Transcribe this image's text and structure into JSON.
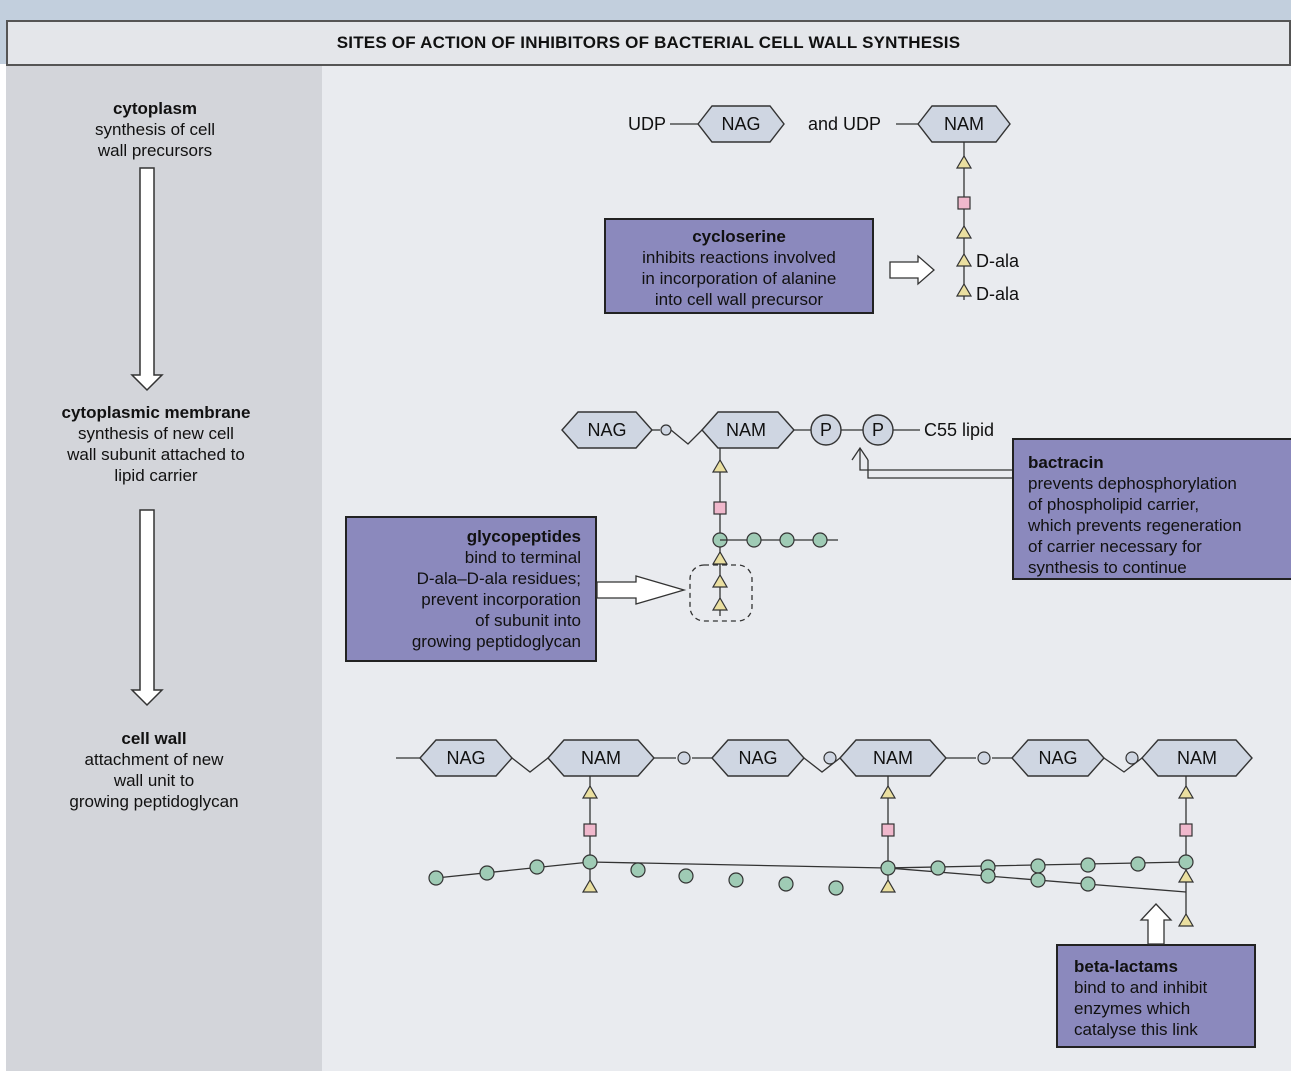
{
  "title": "SITES OF ACTION OF INHIBITORS OF BACTERIAL CELL WALL SYNTHESIS",
  "steps": [
    {
      "heading": "cytoplasm",
      "lines": [
        "synthesis of cell",
        "wall precursors"
      ]
    },
    {
      "heading": "cytoplasmic membrane",
      "lines": [
        "synthesis of new cell",
        "wall subunit attached to",
        "lipid carrier"
      ]
    },
    {
      "heading": "cell wall",
      "lines": [
        "attachment of new",
        "wall unit to",
        "growing peptidoglycan"
      ]
    }
  ],
  "precursor": {
    "udp_left": "UDP",
    "and_udp": "and UDP",
    "nag": "NAG",
    "nam": "NAM",
    "dala_1": "D-ala",
    "dala_2": "D-ala"
  },
  "lipid": {
    "nag": "NAG",
    "nam": "NAM",
    "p1": "P",
    "p2": "P",
    "carrier": "C55 lipid"
  },
  "chain": [
    "NAG",
    "NAM",
    "NAG",
    "NAM",
    "NAG",
    "NAM"
  ],
  "inhibitors": {
    "cycloserine": {
      "name": "cycloserine",
      "lines": [
        "inhibits reactions involved",
        "in incorporation of alanine",
        "into cell wall precursor"
      ]
    },
    "bactracin": {
      "name": "bactracin",
      "lines": [
        "prevents dephosphorylation",
        "of phospholipid carrier,",
        "which prevents regeneration",
        "of carrier necessary for",
        "synthesis to continue"
      ]
    },
    "glycopeptides": {
      "name": "glycopeptides",
      "lines": [
        "bind to terminal",
        "D-ala–D-ala residues;",
        "prevent incorporation",
        "of subunit into",
        "growing peptidoglycan"
      ]
    },
    "beta_lactams": {
      "name": "beta-lactams",
      "lines": [
        "bind to and inhibit",
        "enzymes which",
        "catalyse this link"
      ]
    }
  },
  "colors": {
    "box": "#8b89bd",
    "hexagon": "#cfd6e2",
    "circle": "#9fcbb5",
    "square": "#f0b8cc",
    "triangle": "#eadfa0"
  }
}
